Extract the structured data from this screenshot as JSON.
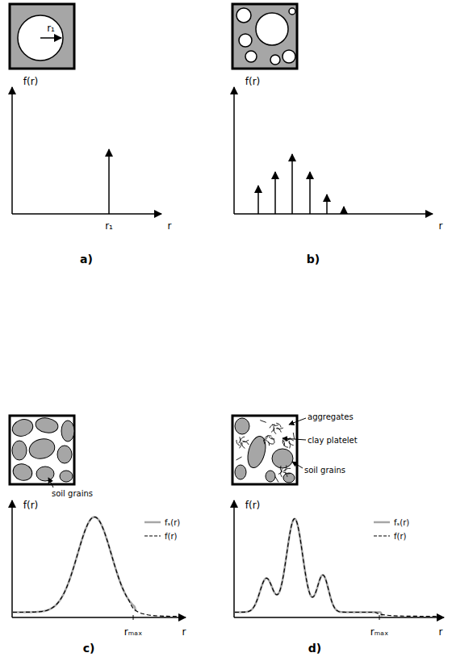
{
  "diagram": {
    "labels": [
      "r₁",
      "f(r)",
      "r₁",
      "r",
      "a)",
      "f(r)",
      "r",
      "b)",
      "soil grains",
      "f(r)",
      "rₘₐₓ",
      "r",
      "c)",
      "aggregates",
      "clay platelet",
      "soil grains",
      "f(r)",
      "rₘₐₓ",
      "r",
      "d)"
    ],
    "legend": [
      {
        "text": "fₛ(r)"
      },
      {
        "text": "f(r)"
      },
      {
        "text": "fₛ(r)"
      },
      {
        "text": "f(r)"
      }
    ]
  }
}
